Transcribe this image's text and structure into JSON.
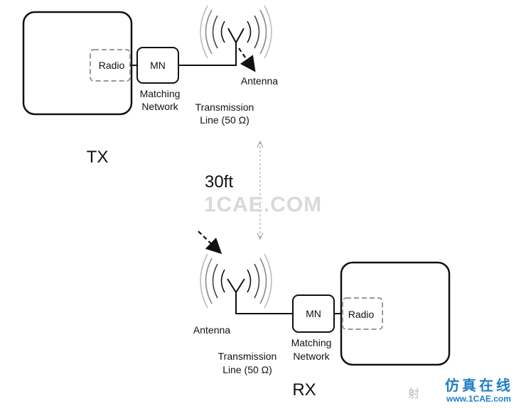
{
  "tx": {
    "section_label": "TX",
    "radio_label": "Radio",
    "mn_label": "MN",
    "matching_network": [
      "Matching",
      "Network"
    ],
    "transmission_line": [
      "Transmission",
      "Line (50 Ω)"
    ],
    "antenna_label": "Antenna"
  },
  "rx": {
    "section_label": "RX",
    "radio_label": "Radio",
    "mn_label": "MN",
    "matching_network": [
      "Matching",
      "Network"
    ],
    "transmission_line": [
      "Transmission",
      "Line (50 Ω)"
    ],
    "antenna_label": "Antenna"
  },
  "distance_label": "30ft",
  "watermark": {
    "center_text": "1CAE.COM",
    "corner_cn": "仿真在线",
    "corner_url": "www.1CAE.com",
    "corner_faint": "射"
  },
  "colors": {
    "line": "#111111",
    "dashed_box": "#999999",
    "distance_arrow": "#999999",
    "watermark_blue": "#1e7ec8"
  },
  "icons": [
    "antenna-icon",
    "radio-wave-icon",
    "arrow-icon"
  ]
}
